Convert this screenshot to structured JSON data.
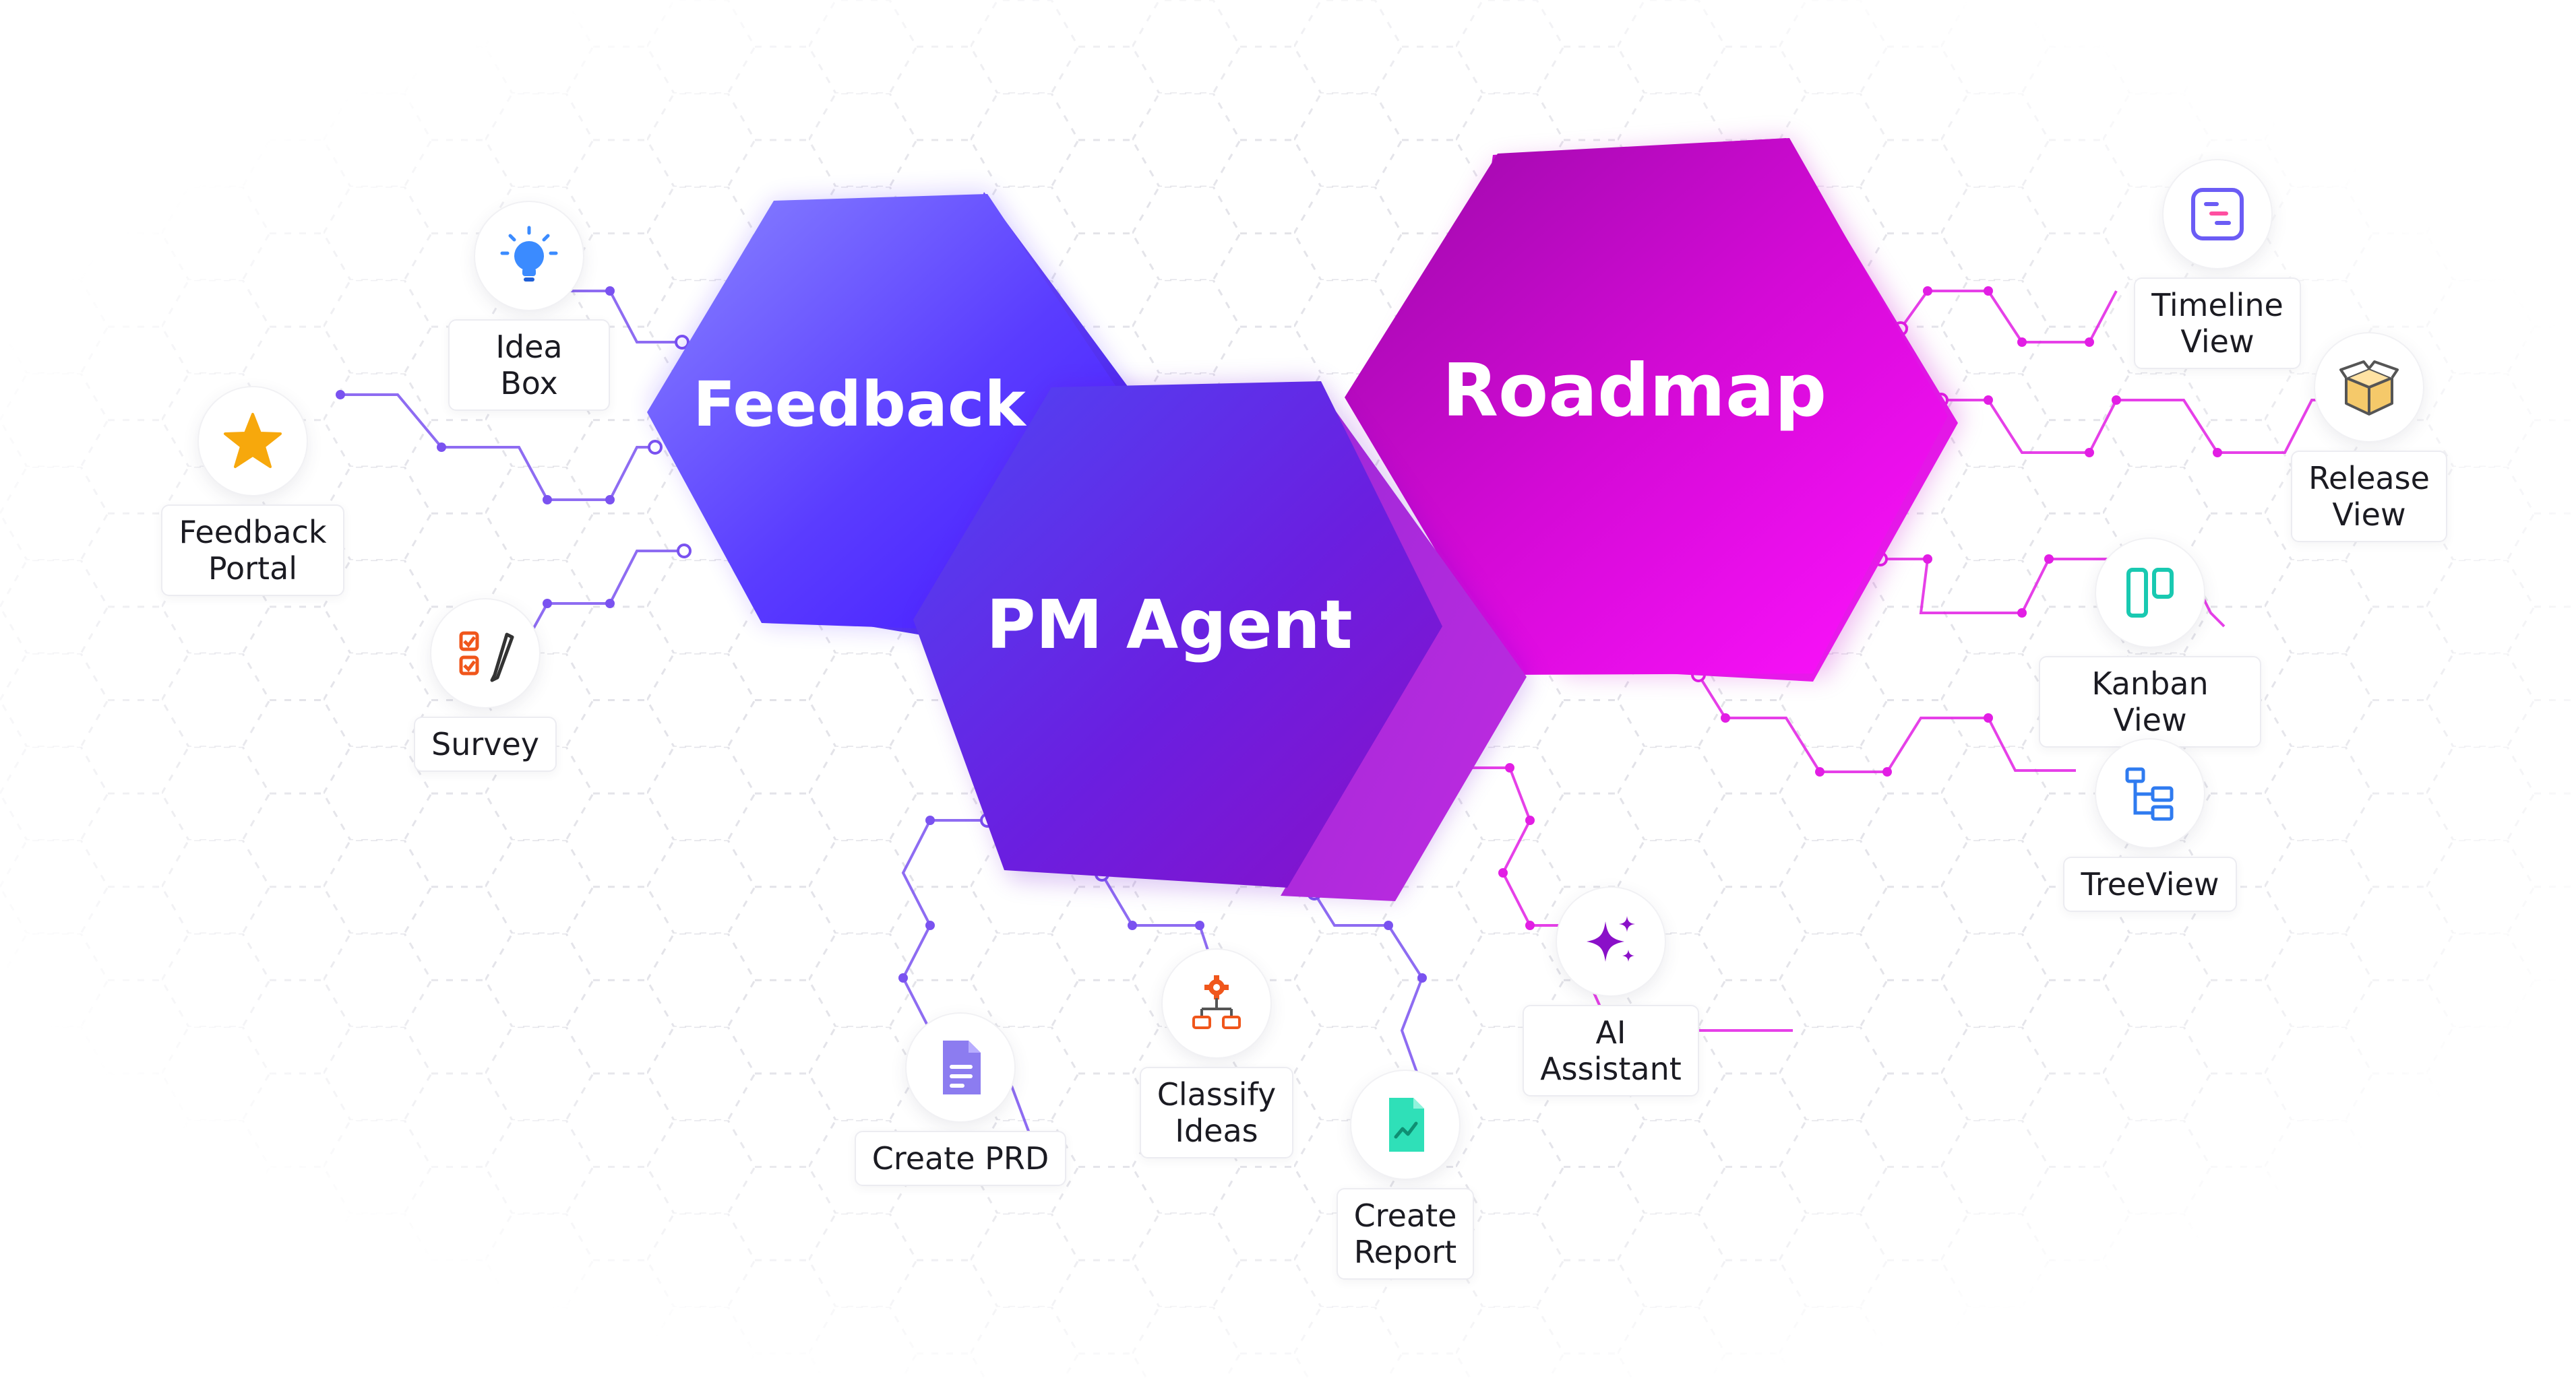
{
  "hubs": {
    "feedback": {
      "label": "Feedback"
    },
    "pm_agent": {
      "label": "PM Agent"
    },
    "roadmap": {
      "label": "Roadmap"
    }
  },
  "features": {
    "idea_box": {
      "label": "Idea Box",
      "icon": "lightbulb-icon"
    },
    "feedback_portal": {
      "label": "Feedback\nPortal",
      "icon": "star-icon"
    },
    "survey": {
      "label": "Survey",
      "icon": "checklist-icon"
    },
    "create_prd": {
      "label": "Create PRD",
      "icon": "document-icon"
    },
    "classify_ideas": {
      "label": "Classify\nIdeas",
      "icon": "gear-flow-icon"
    },
    "create_report": {
      "label": "Create\nReport",
      "icon": "report-icon"
    },
    "ai_assistant": {
      "label": "AI\nAssistant",
      "icon": "sparkle-icon"
    },
    "timeline_view": {
      "label": "Timeline\nView",
      "icon": "timeline-icon"
    },
    "release_view": {
      "label": "Release\nView",
      "icon": "box-icon"
    },
    "kanban_view": {
      "label": "Kanban View",
      "icon": "kanban-icon"
    },
    "tree_view": {
      "label": "TreeView",
      "icon": "tree-icon"
    }
  },
  "colors": {
    "feedback": "#5a3cff",
    "pm_agent": "#7318d6",
    "roadmap": "#e00ee0",
    "connector_left": "#7a52f0",
    "connector_right": "#e21ee4"
  }
}
